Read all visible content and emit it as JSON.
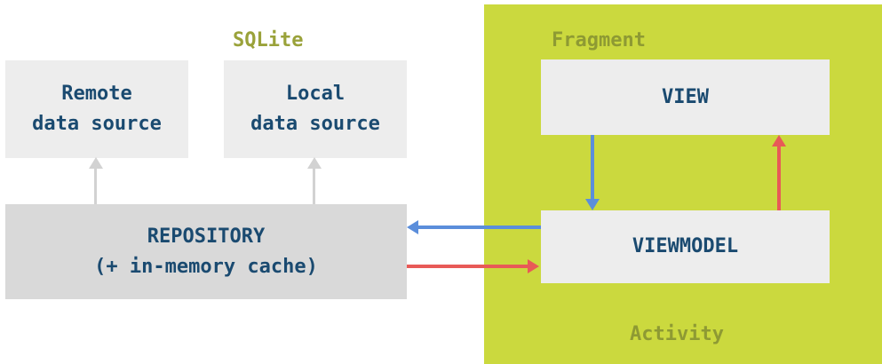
{
  "diagram": {
    "type": "architecture-diagram",
    "labels": {
      "sqlite": "SQLite",
      "fragment": "Fragment",
      "activity": "Activity"
    },
    "boxes": {
      "remote": {
        "line1": "Remote",
        "line2": "data source"
      },
      "local": {
        "line1": "Local",
        "line2": "data source"
      },
      "repository": {
        "line1": "REPOSITORY",
        "line2": "(+ in-memory cache)"
      },
      "view": {
        "label": "VIEW"
      },
      "viewmodel": {
        "label": "VIEWMODEL"
      }
    },
    "arrows": [
      {
        "from": "repository",
        "to": "remote-data-source",
        "direction": "up",
        "color": "gray"
      },
      {
        "from": "repository",
        "to": "local-data-source",
        "direction": "up",
        "color": "gray"
      },
      {
        "from": "viewmodel",
        "to": "repository",
        "direction": "left",
        "color": "blue"
      },
      {
        "from": "repository",
        "to": "viewmodel",
        "direction": "right",
        "color": "red"
      },
      {
        "from": "view",
        "to": "viewmodel",
        "direction": "down",
        "color": "blue"
      },
      {
        "from": "viewmodel",
        "to": "view",
        "direction": "up",
        "color": "red"
      }
    ],
    "colors": {
      "panel_green": "#cbd93e",
      "label_olive": "#9aa23a",
      "label_olive_on_green": "#8e9a33",
      "text_navy": "#1a4a70",
      "arrow_gray": "#d2d2d2",
      "arrow_blue": "#5b8edb",
      "arrow_red": "#e85a57",
      "box_light": "#ededed",
      "box_repository": "#d9d9d9"
    }
  }
}
